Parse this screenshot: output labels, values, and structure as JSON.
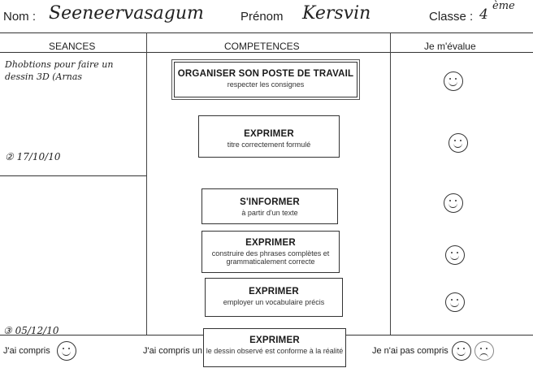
{
  "header": {
    "nom_label": "Nom :",
    "nom_value": "Seeneervasagum",
    "prenom_label": "Prénom",
    "prenom_value": "Kersvin",
    "classe_label": "Classe :",
    "classe_value": "4",
    "classe_sup": "ème"
  },
  "columns": {
    "seances": "SEANCES",
    "competences": "COMPETENCES",
    "evalue": "Je m'évalue"
  },
  "seances": {
    "s1_text": "Dhobtions pour faire un dessin 3D (Arnas",
    "s2_date": "② 17/10/10",
    "s3_date": "③ 05/12/10"
  },
  "competences": [
    {
      "title": "ORGANISER SON POSTE DE TRAVAIL",
      "sub": "respecter les consignes"
    },
    {
      "title": "EXPRIMER",
      "sub": "titre correctement formulé"
    },
    {
      "title": "S'INFORMER",
      "sub": "à partir d'un texte"
    },
    {
      "title": "EXPRIMER",
      "sub": "construire des phrases complètes et grammaticalement correcte"
    },
    {
      "title": "EXPRIMER",
      "sub": "employer un vocabulaire précis"
    },
    {
      "title": "EXPRIMER",
      "sub": "le dessin observé est conforme à la réalité"
    }
  ],
  "legend": {
    "compris": "J'ai compris",
    "compris_partial": "J'ai compris un",
    "pas_compris": "Je n'ai pas compris"
  }
}
